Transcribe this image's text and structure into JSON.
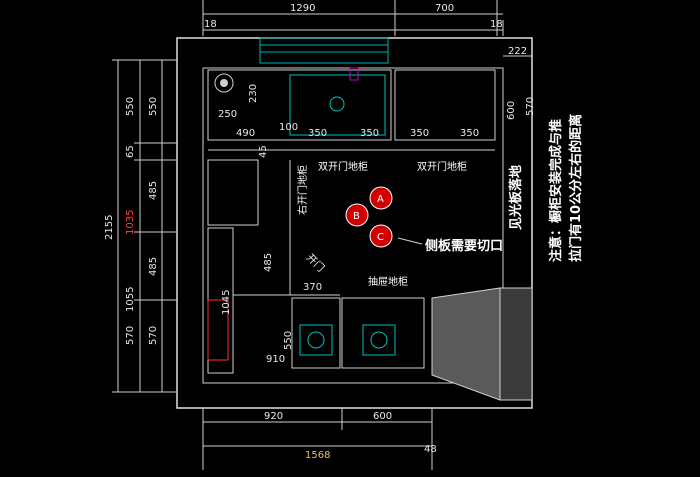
{
  "top_dims": {
    "d1290": "1290",
    "d700": "700",
    "d18a": "18",
    "d18b": "18",
    "d222": "222"
  },
  "left_dims": {
    "total": "2155",
    "red": "1035",
    "v550a": "550",
    "v65": "65",
    "v485": "485",
    "v1055": "1055",
    "v570": "570",
    "w550": "550",
    "w485": "485",
    "w570": "570"
  },
  "inner_dims": {
    "d230": "230",
    "d250": "250",
    "d490": "490",
    "d100": "100",
    "d350a": "350",
    "d350b": "350",
    "d350c": "350",
    "d350d": "350",
    "d45": "45",
    "d600r": "600",
    "d570r": "570",
    "d485": "485",
    "d370": "370",
    "d1045": "1045",
    "d550": "550",
    "d910": "910",
    "d600b": "600"
  },
  "bottom_dims": {
    "d920": "920",
    "d600": "600",
    "d1568": "1568",
    "d48": "48"
  },
  "labels": {
    "double_door_1": "双开门地柜",
    "double_door_2": "双开门地柜",
    "right_door": "右开门地柜",
    "left_door": "开门",
    "drawer": "抽屉地柜",
    "side_panel": "侧板需要切口",
    "tile": "见光板落地",
    "note_line1": "注意：橱柜安装完成与推",
    "note_line2": "拉门有10公分左右的距离",
    "circle_a": "A",
    "circle_b": "B",
    "circle_c": "C"
  }
}
